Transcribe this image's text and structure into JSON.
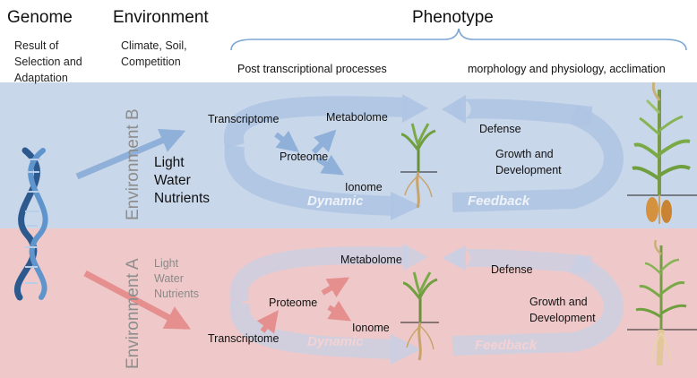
{
  "headers": {
    "genome": "Genome",
    "environment": "Environment",
    "phenotype": "Phenotype"
  },
  "genome_note": [
    "Result of",
    "Selection and",
    "Adaptation"
  ],
  "environment_note": [
    "Climate, Soil,",
    "Competition"
  ],
  "post_transcriptional": "Post transcriptional processes",
  "morphology": "morphology and physiology, acclimation",
  "env_b": {
    "label": "Environment B",
    "resources": [
      "Light",
      "Water",
      "Nutrients"
    ],
    "transcriptome": "Transcriptome",
    "metabolome": "Metabolome",
    "proteome": "Proteome",
    "ionome": "Ionome",
    "dynamic": "Dynamic",
    "feedback": "Feedback",
    "defense": "Defense",
    "growth": [
      "Growth  and",
      "Development"
    ]
  },
  "env_a": {
    "label": "Environment A",
    "resources": [
      "Light",
      "Water",
      "Nutrients"
    ],
    "transcriptome": "Transcriptome",
    "metabolome": "Metabolome",
    "proteome": "Proteome",
    "ionome": "Ionome",
    "dynamic": "Dynamic",
    "feedback": "Feedback",
    "defense": "Defense",
    "growth": [
      "Growth  and",
      "Development"
    ]
  },
  "colors": {
    "band_b": "#c9d7ea",
    "band_a": "#efc9c9",
    "arrow_blue": "#8fb0d8",
    "arrow_red": "#e58f8f",
    "dna_blue": "#3b6ea5",
    "plant_green": "#5d8f3a",
    "root_tan": "#c9a46a"
  },
  "icons": [
    "dna-helix-icon",
    "seedling-icon",
    "mature-plant-icon"
  ]
}
